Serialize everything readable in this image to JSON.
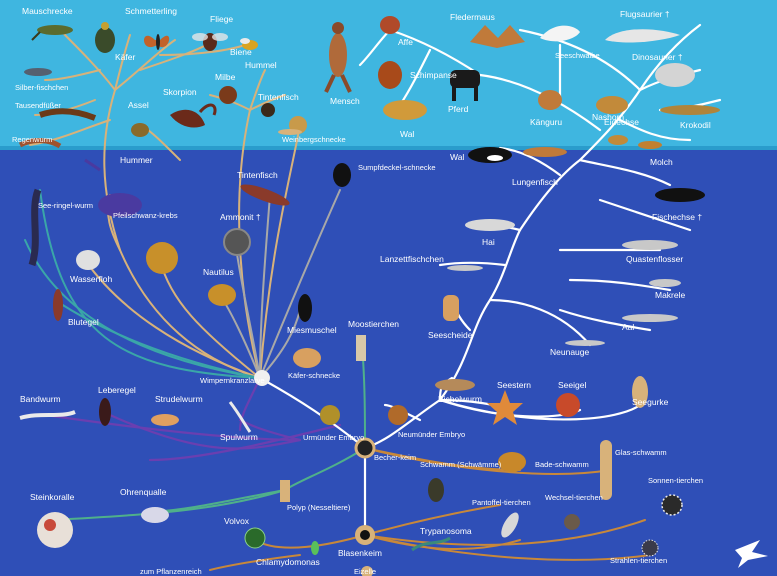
{
  "colors": {
    "sky": "#3fb6e0",
    "sea": "#2f4fb7",
    "white_branch": "#ffffff",
    "tan_branch": "#d8b27a",
    "gray_branch": "#9a9a9a",
    "teal_branch": "#3aa6a8",
    "purple_branch": "#6a3fb0",
    "green_branch": "#4fb08a",
    "brown_branch": "#c8883a"
  },
  "labels": {
    "mauschrecke": "Mauschrecke",
    "schmetterling": "Schmetterling",
    "fliege": "Fliege",
    "kaefer": "Käfer",
    "biene": "Biene",
    "hummel": "Hummel",
    "silberfischchen": "Silber-fischchen",
    "tausendfuesser": "Tausendfüßer",
    "regenwurm": "Regenwurm",
    "assel": "Assel",
    "skorpion": "Skorpion",
    "milbe": "Milbe",
    "tintenfisch_top": "Tintenfisch",
    "weinbergschnecke": "Weinbergschnecke",
    "mensch": "Mensch",
    "affe": "Affe",
    "schimpanse": "Schimpanse",
    "pferd": "Pferd",
    "wal_top": "Wal",
    "fledermaus": "Fledermaus",
    "seeschwalbe": "Seeschwalbe",
    "flugsaurier": "Flugsaurier †",
    "dinosaurier": "Dinosaurier †",
    "kaenguru": "Känguru",
    "nashorn": "Nashorn",
    "krokodil": "Krokodil",
    "eidechse": "Eidechse",
    "wal": "Wal",
    "lungenfisch": "Lungenfisch",
    "molch": "Molch",
    "fischechse": "Fischechse †",
    "hai": "Hai",
    "quastenflosser": "Quastenflosser",
    "lanzettfischchen": "Lanzettfischchen",
    "makrele": "Makrele",
    "seescheide": "Seescheide",
    "neunauge": "Neunauge",
    "aal": "Aal",
    "hummer": "Hummer",
    "seeringelwurm": "See-ringel-wurm",
    "wasserfloh": "Wasserfloh",
    "pfeilschwanzkrebs": "Pfeilschwanz-krebs",
    "tintenfisch": "Tintenfisch",
    "ammonit": "Ammonit †",
    "nautilus": "Nautilus",
    "sumpfdeckelschnecke": "Sumpfdeckel-schnecke",
    "blutegel": "Blutegel",
    "miesmuschel": "Miesmuschel",
    "moostierchen": "Moostierchen",
    "kaeferschnecke": "Käfer-schnecke",
    "wimpernkranzlarve": "Wimpernkranzlarve",
    "eichelwurm": "Eichelwurm",
    "seestern": "Seestern",
    "seeigel": "Seeigel",
    "seegurke": "Seegurke",
    "bandwurm": "Bandwurm",
    "leberegel": "Leberegel",
    "strudelwurm": "Strudelwurm",
    "spulwurm": "Spulwurm",
    "urmuender_embryo": "Urmünder Embryo",
    "neumuender_embryo": "Neumünder Embryo",
    "becherkeim": "Becher-keim",
    "schwamm": "Schwamm (Schwämme)",
    "badeschwamm": "Bade-schwamm",
    "glasschwamm": "Glas-schwamm",
    "steinkoralle": "Steinkoralle",
    "ohrenqualle": "Ohrenqualle",
    "polyp": "Polyp (Nesseltiere)",
    "pantoffeltierchen": "Pantoffel-tierchen",
    "wechseltierchen": "Wechsel-tierchen",
    "sonnentierchen": "Sonnen-tierchen",
    "volvox": "Volvox",
    "blasenkeim": "Blasenkeim",
    "trypanosoma": "Trypanosoma",
    "strahlentierchen": "Strahlen-tierchen",
    "chlamydomonas": "Chlamydomonas",
    "zum_pflanzenreich": "zum Pflanzenreich",
    "eizelle": "Eizelle"
  },
  "logo": "bird-logo-icon"
}
